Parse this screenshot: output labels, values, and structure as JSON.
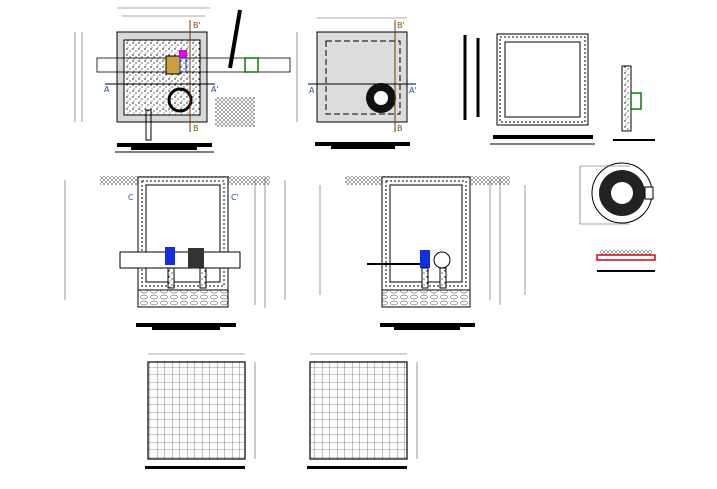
{
  "drawing": {
    "section_markers": {
      "a": "A",
      "a_prime": "A'",
      "b": "B",
      "b_prime": "B'",
      "c": "C",
      "c_prime": "C'"
    },
    "colors": {
      "valve": "#1030e0",
      "fitting": "#e000e0",
      "coupling": "#0a7a0a",
      "section_line": "#6b3a00",
      "cover_outline": "#e00000",
      "concrete": "#d8d8d8"
    }
  }
}
